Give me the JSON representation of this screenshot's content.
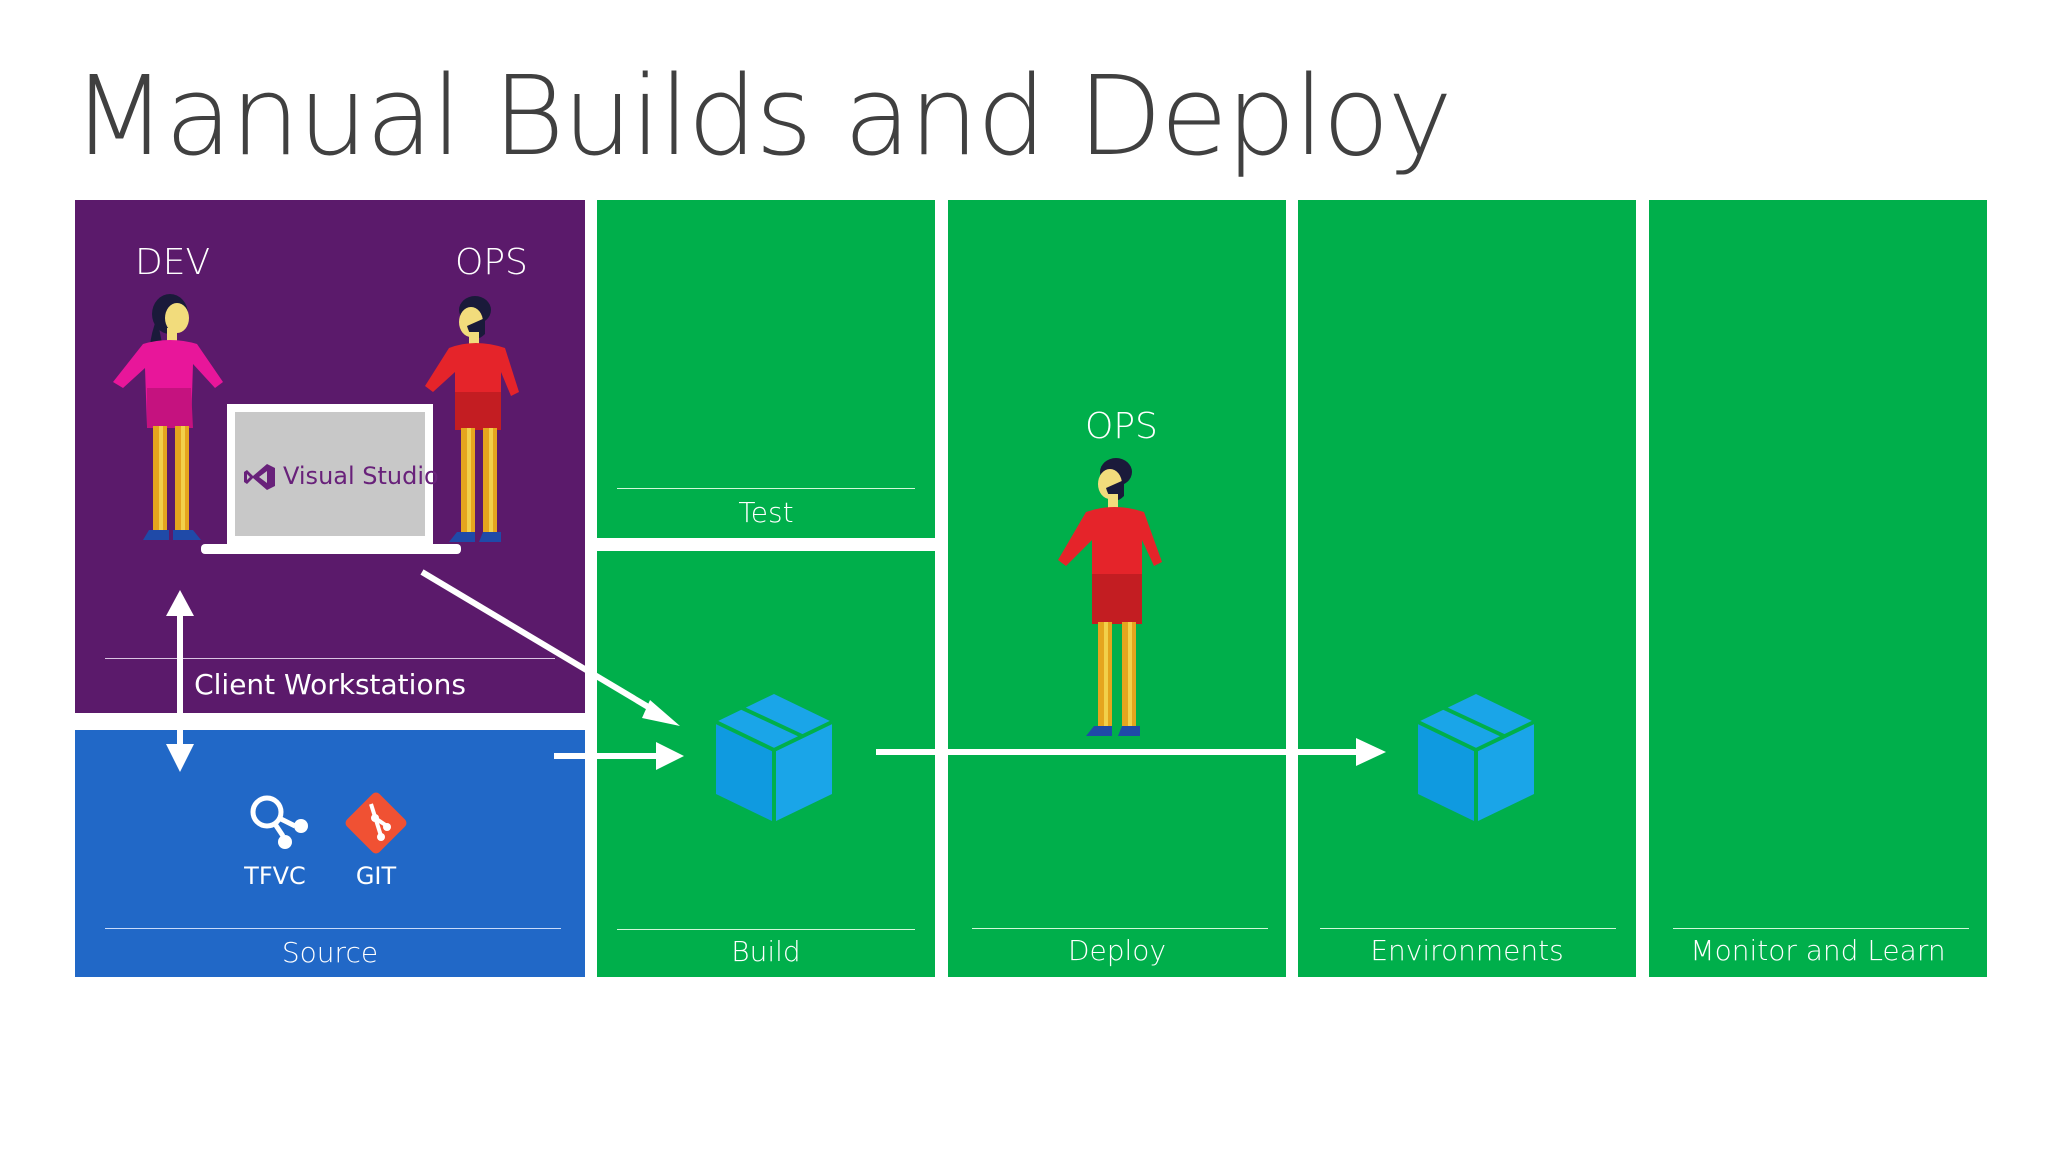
{
  "title": "Manual Builds and Deploy",
  "colors": {
    "client": "#5b1a6b",
    "source": "#2168c7",
    "stages": "#00af4b",
    "package": "#1aa5e8",
    "dev_shirt": "#e8169a",
    "ops_shirt": "#e5242a"
  },
  "client": {
    "dev_label": "DEV",
    "ops_label": "OPS",
    "ide_label": "Visual Studio",
    "label": "Client Workstations"
  },
  "source": {
    "tfvc_label": "TFVC",
    "git_label": "GIT",
    "label": "Source"
  },
  "stages": {
    "test_label": "Test",
    "build_label": "Build",
    "deploy_label": "Deploy",
    "deploy_ops_label": "OPS",
    "environments_label": "Environments",
    "monitor_label": "Monitor and Learn"
  }
}
